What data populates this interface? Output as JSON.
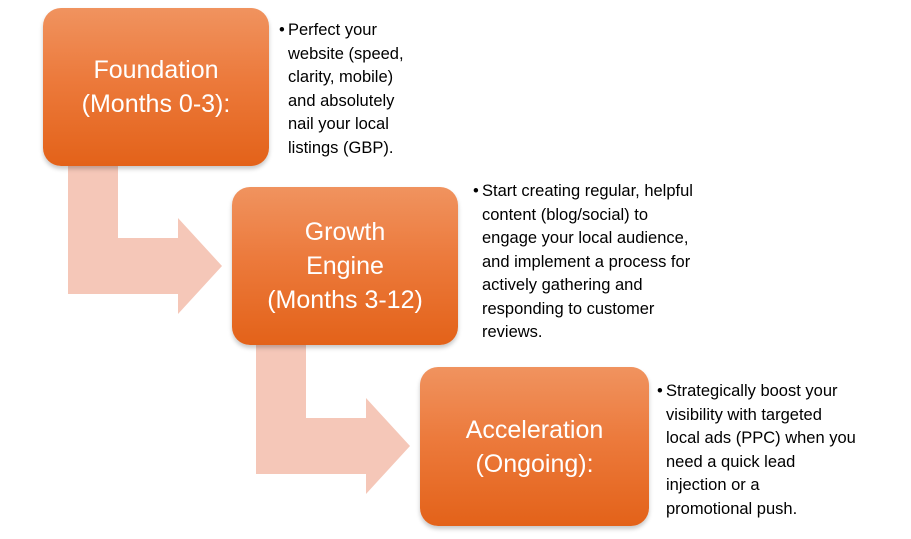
{
  "stages": [
    {
      "title_lines": [
        "Foundation",
        "(Months 0-3):"
      ],
      "description": "Perfect your\nwebsite (speed,\nclarity, mobile)\nand absolutely\nnail your local\nlistings (GBP)."
    },
    {
      "title_lines": [
        "Growth",
        "Engine",
        "(Months 3-12)"
      ],
      "description": "Start creating regular, helpful\ncontent (blog/social) to\nengage your local audience,\nand implement a process for\nactively gathering and\nresponding to customer\nreviews."
    },
    {
      "title_lines": [
        "Acceleration",
        "(Ongoing):"
      ],
      "description": "Strategically boost your\nvisibility with targeted\nlocal ads (PPC) when you\nneed a quick lead\ninjection or a\npromotional push."
    }
  ],
  "colors": {
    "box_fill": "#ec7a3c",
    "connector_fill": "#f5c7b8",
    "text_on_box": "#ffffff"
  },
  "bullet_symbol": "•"
}
